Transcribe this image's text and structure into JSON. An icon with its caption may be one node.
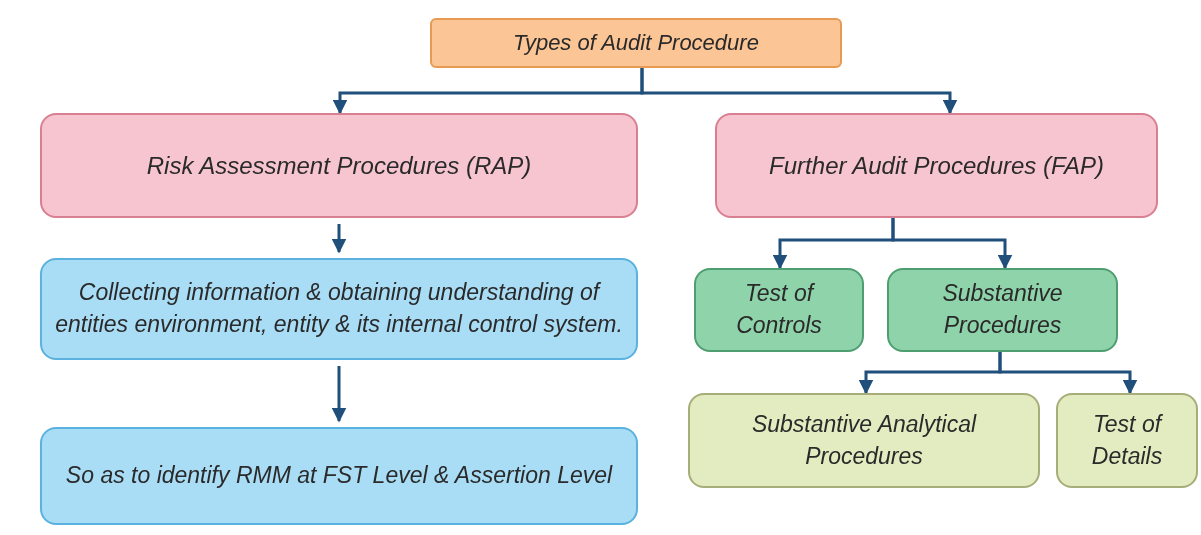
{
  "diagram": {
    "nodes": [
      {
        "text": [
          "Types of Audit Procedure"
        ]
      },
      {
        "text": [
          "Risk Assessment Procedures (RAP)"
        ]
      },
      {
        "text": [
          "Further Audit Procedures (FAP)"
        ]
      },
      {
        "text": [
          "Collecting information & obtaining understanding of entities environment, entity & its internal control system."
        ]
      },
      {
        "text": [
          "So as to identify RMM at FST Level & Assertion Level"
        ]
      },
      {
        "text": [
          "Test of Controls"
        ]
      },
      {
        "text": [
          "Substantive Procedures"
        ]
      },
      {
        "text": [
          "Substantive Analytical Procedures"
        ]
      },
      {
        "text": [
          "Test of Details"
        ]
      }
    ],
    "edges": [
      {
        "from": 0,
        "to": 1,
        "arrow": "to"
      },
      {
        "from": 0,
        "to": 2,
        "arrow": "to"
      },
      {
        "from": 1,
        "to": 3,
        "arrow": "to"
      },
      {
        "from": 3,
        "to": 4,
        "arrow": "to"
      },
      {
        "from": 2,
        "to": 5,
        "arrow": "to"
      },
      {
        "from": 2,
        "to": 6,
        "arrow": "to"
      },
      {
        "from": 6,
        "to": 7,
        "arrow": "to"
      },
      {
        "from": 6,
        "to": 8,
        "arrow": "to"
      }
    ]
  }
}
